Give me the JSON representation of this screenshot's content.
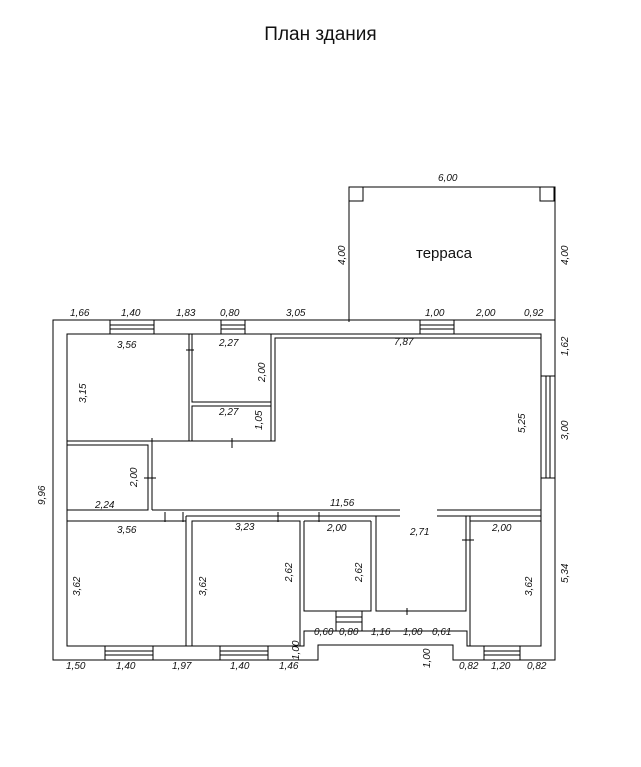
{
  "title": "План здания",
  "terrace": {
    "label": "терраса",
    "width": "6,00",
    "depth_left": "4,00",
    "depth_right": "4,00"
  },
  "top_wall": [
    "1,66",
    "1,40",
    "1,83",
    "0,80",
    "3,05",
    "1,00",
    "2,00",
    "0,92"
  ],
  "left_wall": "9,96",
  "right_wall": [
    "1,62",
    "3,00",
    "5,34"
  ],
  "bottom_wall": [
    "1,50",
    "1,40",
    "1,97",
    "1,40",
    "1,46",
    "0,60",
    "0,80",
    "1,16",
    "1,00",
    "0,61",
    "0,82",
    "1,20",
    "0,82"
  ],
  "bottom_extra": [
    "1,00",
    "1,00"
  ],
  "room_top_left": {
    "width": "3,56",
    "height": "3,15"
  },
  "room_bath_upper": {
    "width": "2,27",
    "height": "2,00"
  },
  "room_bath_lower": {
    "width": "2,27",
    "height": "1,05"
  },
  "hall_length": "7,87",
  "living_height": "5,25",
  "closet": {
    "width": "2,24",
    "height": "2,00"
  },
  "corridor_length": "11,56",
  "room_bottom_left": {
    "width": "3,56",
    "height": "3,62"
  },
  "room_bottom_middle": {
    "width": "3,23",
    "height": "3,62",
    "inner_height": "2,62"
  },
  "room_small": {
    "width": "2,00",
    "height": "2,62"
  },
  "vestibule_width": "2,71",
  "room_bottom_right": {
    "width": "2,00",
    "height": "3,62"
  },
  "colors": {
    "wall": "#000000",
    "background": "#ffffff"
  }
}
